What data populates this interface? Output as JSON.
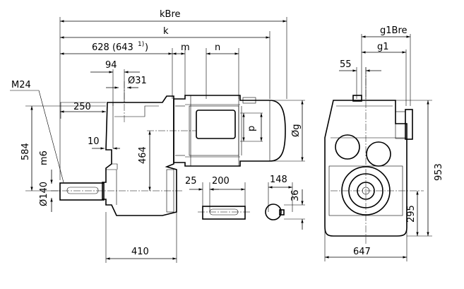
{
  "labels": {
    "kBre": "kBre",
    "k": "k",
    "dim_628": "628 (643",
    "dim_628_sup": "1)",
    "dim_628_close": ")",
    "m": "m",
    "n": "n",
    "dim_94": "94",
    "d31": "Ø31",
    "m24": "M24",
    "dim_250": "250",
    "dim_10": "10",
    "dim_584": "584",
    "m6": "m6",
    "d140": "Ø140",
    "dim_464": "464",
    "p": "p",
    "dg": "Øg",
    "dim_25": "25",
    "dim_200": "200",
    "dim_148": "148",
    "dim_36": "36",
    "dim_410": "410",
    "g1Bre": "g1Bre",
    "g1": "g1",
    "dim_55": "55",
    "dim_953": "953",
    "dim_295": "295",
    "dim_647": "647"
  }
}
